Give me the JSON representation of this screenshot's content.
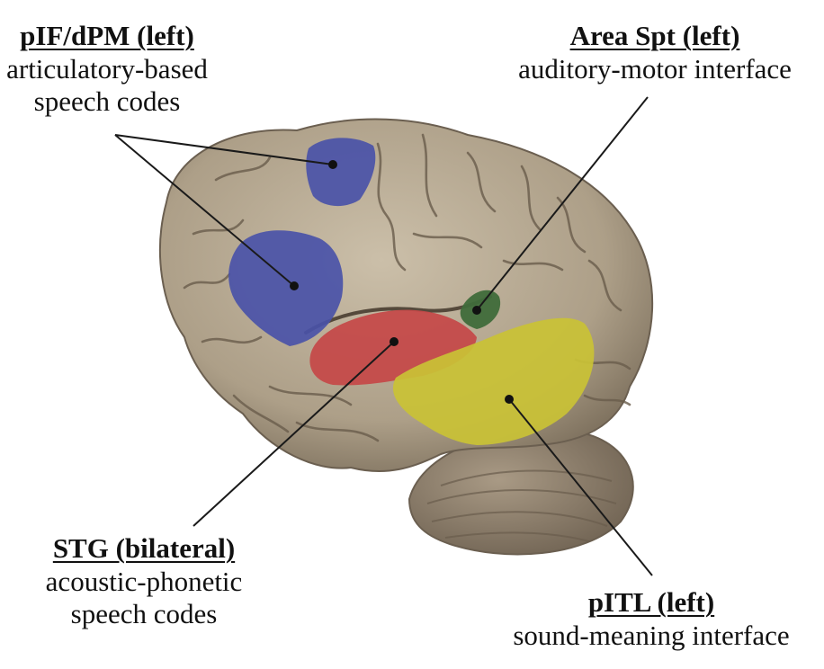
{
  "labels": {
    "pif": {
      "title": "pIF/dPM (left)",
      "desc": [
        "articulatory-based",
        "speech codes"
      ]
    },
    "spt": {
      "title": "Area Spt (left)",
      "desc": [
        "auditory-motor interface"
      ]
    },
    "stg": {
      "title": "STG (bilateral)",
      "desc": [
        "acoustic-phonetic",
        "speech codes"
      ]
    },
    "pitl": {
      "title": "pITL (left)",
      "desc": [
        "sound-meaning interface"
      ]
    }
  },
  "colors": {
    "cortex": "#b3a58f",
    "cortex_shadow": "#7d7060",
    "sulcus": "#5f5446",
    "cerebellum": "#9d8d78",
    "pif_dpm": "#4a53a8",
    "spt": "#3f6b3a",
    "stg": "#c54848",
    "pitl": "#c9c236",
    "leader_line": "#1a1a1a"
  }
}
